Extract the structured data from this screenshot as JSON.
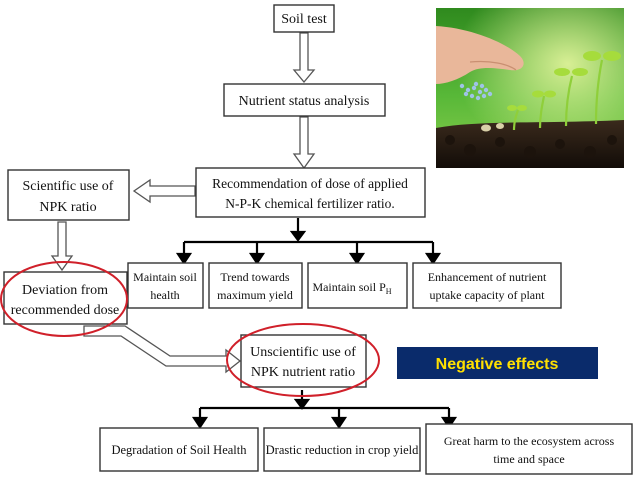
{
  "diagram": {
    "boxes": {
      "soil_test": "Soil test",
      "nutrient_status": "Nutrient status analysis",
      "recommendation": [
        "Recommendation of dose of applied",
        "N-P-K chemical fertilizer ratio."
      ],
      "scientific_use": [
        "Scientific use of",
        "NPK ratio"
      ],
      "maintain_soil_health": [
        "Maintain soil",
        "health"
      ],
      "trend_max_yield": [
        "Trend towards",
        "maximum yield"
      ],
      "maintain_soil_ph": {
        "text": "Maintain soil P",
        "subscript": "H"
      },
      "enhancement_uptake": [
        "Enhancement of  nutrient",
        "uptake capacity of plant"
      ],
      "deviation": [
        "Deviation from",
        "recommended dose"
      ],
      "unscientific_use": [
        "Unscientific use of",
        "NPK nutrient ratio"
      ],
      "degradation": "Degradation of Soil Health",
      "drastic_reduction": "Drastic reduction in crop yield",
      "great_harm": [
        "Great harm to the ecosystem across",
        "time and space"
      ]
    },
    "badge": {
      "label": "Negative effects",
      "background": "#0A2B6B",
      "text_color": "#FFE000"
    },
    "highlight_color": "#D0202A",
    "photo": {
      "description_icon": "seedlings-fertilizer-photo"
    }
  }
}
